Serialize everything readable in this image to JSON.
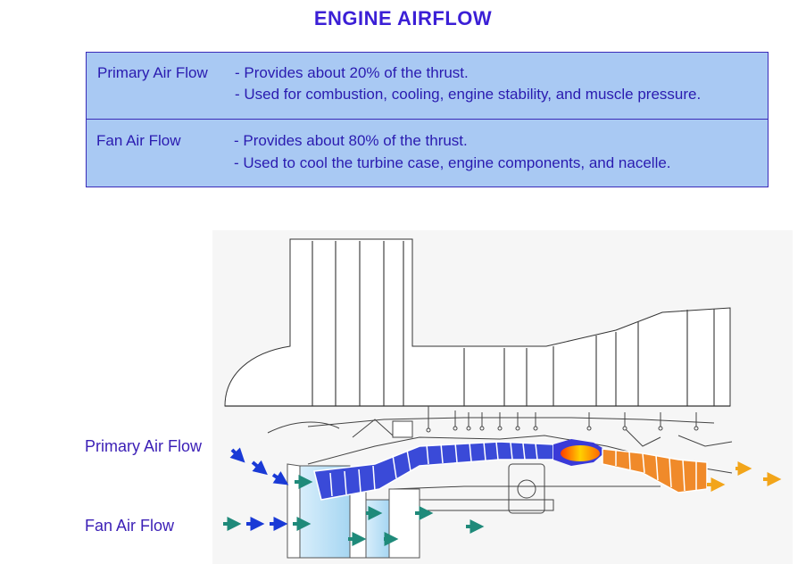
{
  "title": "ENGINE AIRFLOW",
  "table": {
    "rows": [
      {
        "label": "Primary Air Flow",
        "lines": [
          "- Provides about 20% of the thrust.",
          "- Used for combustion, cooling, engine stability, and muscle pressure."
        ]
      },
      {
        "label": "Fan Air Flow",
        "lines": [
          "- Provides about 80% of the thrust.",
          "- Used to cool the turbine case, engine components, and nacelle."
        ]
      }
    ]
  },
  "diagram": {
    "primary_label": "Primary Air Flow",
    "fan_label": "Fan Air Flow"
  },
  "colors": {
    "title": "#3b1fd6",
    "table_fill": "#a9c9f3",
    "table_border": "#3b2bb8",
    "text": "#2a1bb0",
    "primary_arrow": "#1a3ad6",
    "fan_arrow": "#1f8a7a",
    "exhaust_arrow": "#f2a51a",
    "compressor": "#3a4ad8",
    "combustor": "#ff7a00",
    "turbine": "#f08a2a"
  }
}
